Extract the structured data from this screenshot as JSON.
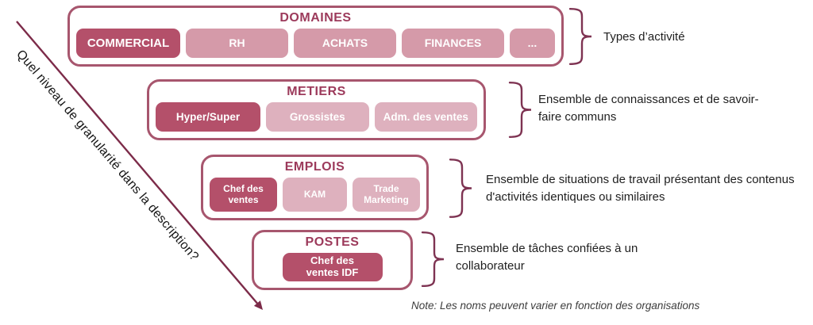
{
  "colors": {
    "outline": "#a7566e",
    "title_text": "#9c3a5b",
    "item_dark": "#b4506a",
    "item_medium": "#d59aa9",
    "item_light": "#deb1be",
    "brace": "#7e3352",
    "arrow": "#7c2b49",
    "annotation_text": "#1f1f1f",
    "note_text": "#3d3d3d"
  },
  "arrow_label": "Quel niveau de granularité dans la description?",
  "levels": [
    {
      "title": "DOMAINES",
      "items": [
        {
          "label": "COMMERCIAL"
        },
        {
          "label": "RH"
        },
        {
          "label": "ACHATS"
        },
        {
          "label": "FINANCES"
        },
        {
          "label": "..."
        }
      ],
      "annotation": "Types d’activité"
    },
    {
      "title": "METIERS",
      "items": [
        {
          "label": "Hyper/Super"
        },
        {
          "label": "Grossistes"
        },
        {
          "label": "Adm. des ventes"
        }
      ],
      "annotation": "Ensemble de connaissances et de savoir-faire communs"
    },
    {
      "title": "EMPLOIS",
      "items": [
        {
          "label": "Chef des ventes"
        },
        {
          "label": "KAM"
        },
        {
          "label": "Trade Marketing"
        }
      ],
      "annotation": "Ensemble de situations de travail présentant des contenus d'activités identiques ou similaires"
    },
    {
      "title": "POSTES",
      "items": [
        {
          "label": "Chef des ventes IDF"
        }
      ],
      "annotation": "Ensemble de tâches confiées à un collaborateur"
    }
  ],
  "note": "Note: Les noms peuvent varier en fonction des organisations"
}
